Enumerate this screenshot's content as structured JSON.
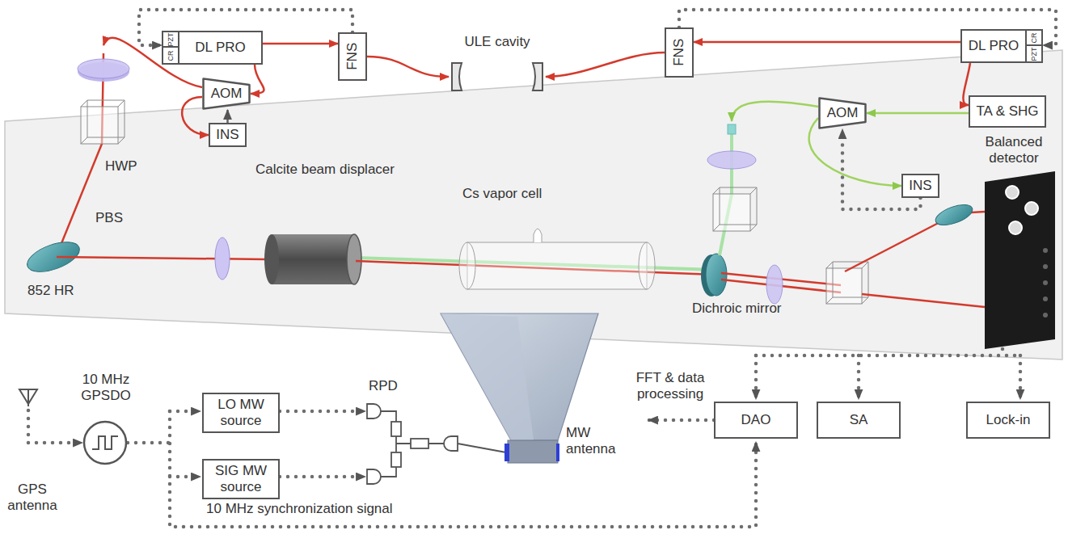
{
  "diagram": {
    "nodes": [
      {
        "text": [
          "DL PRO",
          "PZT",
          "CR"
        ]
      },
      {
        "text": [
          "FNS"
        ]
      },
      {
        "text": [
          "AOM"
        ]
      },
      {
        "text": [
          "INS"
        ]
      },
      {
        "text": [
          "ULE cavity"
        ]
      },
      {
        "text": [
          "FNS"
        ]
      },
      {
        "text": [
          "DL PRO",
          "PZT",
          "CR"
        ]
      },
      {
        "text": [
          "TA & SHG"
        ]
      },
      {
        "text": [
          "AOM"
        ]
      },
      {
        "text": [
          "INS"
        ]
      },
      {
        "text": [
          "LO MW source"
        ]
      },
      {
        "text": [
          "SIG MW source"
        ]
      },
      {
        "text": [
          "DAO"
        ]
      },
      {
        "text": [
          "SA"
        ]
      },
      {
        "text": [
          "Lock-in"
        ]
      }
    ],
    "edges": [
      {
        "from": 0,
        "to": 1,
        "arrow": "to"
      },
      {
        "from": 1,
        "to": 4,
        "arrow": "to"
      },
      {
        "from": 0,
        "to": 2,
        "arrow": "to"
      },
      {
        "from": 2,
        "to": 3,
        "arrow": "to"
      },
      {
        "from": 3,
        "to": 2,
        "arrow": "to"
      },
      {
        "from": 1,
        "to": 0,
        "arrow": "to"
      },
      {
        "from": 6,
        "to": 5,
        "arrow": "to"
      },
      {
        "from": 5,
        "to": 4,
        "arrow": "to"
      },
      {
        "from": 6,
        "to": 7,
        "arrow": "to"
      },
      {
        "from": 7,
        "to": 8,
        "arrow": "to"
      },
      {
        "from": 8,
        "to": 9,
        "arrow": "to"
      },
      {
        "from": 9,
        "to": 8,
        "arrow": "to"
      },
      {
        "from": 5,
        "to": 6,
        "arrow": "to"
      }
    ],
    "labels": [
      "HWP",
      "PBS",
      "852 HR",
      "Calcite beam displacer",
      "Cs vapor cell",
      "Dichroic mirror",
      "Balanced detector",
      "GPS antenna",
      "10 MHz GPSDO",
      "RPD",
      "MW antenna",
      "FFT & data processing",
      "10 MHz synchronization signal"
    ]
  }
}
